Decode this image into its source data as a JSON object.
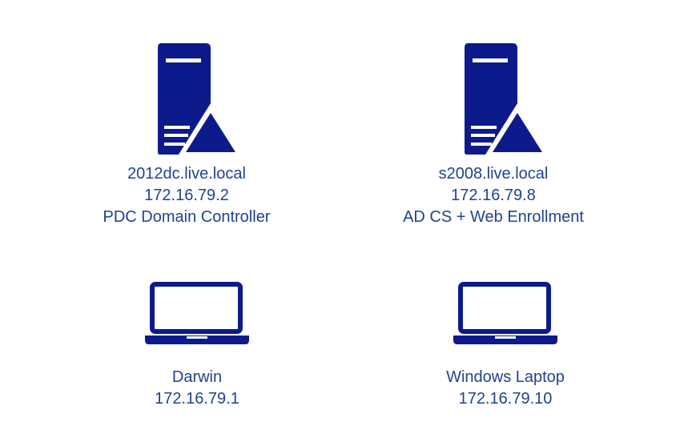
{
  "colors": {
    "icon": "#0c1a8c",
    "text": "#1e4390",
    "background": "#ffffff"
  },
  "nodes": [
    {
      "icon": "server-icon",
      "hostname": "2012dc.live.local",
      "ip": "172.16.79.2",
      "role": "PDC Domain Controller"
    },
    {
      "icon": "server-icon",
      "hostname": "s2008.live.local",
      "ip": "172.16.79.8",
      "role": "AD CS + Web Enrollment"
    },
    {
      "icon": "laptop-icon",
      "hostname": "Darwin",
      "ip": "172.16.79.1"
    },
    {
      "icon": "laptop-icon",
      "hostname": "Windows Laptop",
      "ip": "172.16.79.10"
    }
  ]
}
